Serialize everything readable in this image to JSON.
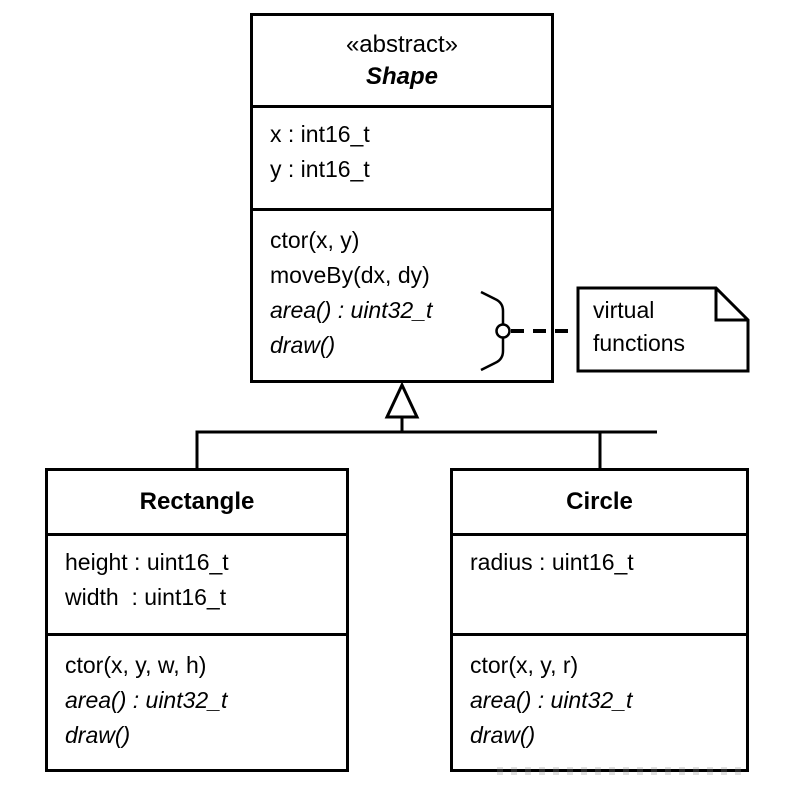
{
  "diagram": {
    "type": "uml-class-diagram",
    "classes": {
      "shape": {
        "stereotype": "«abstract»",
        "name": "Shape",
        "attributes": [
          "x : int16_t",
          "y : int16_t"
        ],
        "methods": [
          {
            "label": "ctor(x, y)",
            "abstract": false
          },
          {
            "label": "moveBy(dx, dy)",
            "abstract": false
          },
          {
            "label": "area() : uint32_t",
            "abstract": true
          },
          {
            "label": "draw()",
            "abstract": true
          }
        ]
      },
      "rectangle": {
        "name": "Rectangle",
        "attributes": [
          "height : uint16_t",
          "width  : uint16_t"
        ],
        "methods": [
          {
            "label": "ctor(x, y, w, h)",
            "abstract": false
          },
          {
            "label": "area() : uint32_t",
            "abstract": true
          },
          {
            "label": "draw()",
            "abstract": true
          }
        ]
      },
      "circle": {
        "name": "Circle",
        "attributes": [
          "radius : uint16_t"
        ],
        "methods": [
          {
            "label": "ctor(x, y, r)",
            "abstract": false
          },
          {
            "label": "area() : uint32_t",
            "abstract": true
          },
          {
            "label": "draw()",
            "abstract": true
          }
        ]
      }
    },
    "note": {
      "line1": "virtual",
      "line2": "functions"
    },
    "relationships": [
      {
        "type": "generalization",
        "from": "Rectangle",
        "to": "Shape"
      },
      {
        "type": "generalization",
        "from": "Circle",
        "to": "Shape"
      },
      {
        "type": "note-anchor",
        "from": "virtual functions note",
        "to": "Shape abstract methods area(), draw()"
      }
    ],
    "colors": {
      "line": "#000000",
      "fill": "#ffffff",
      "text": "#000000",
      "background": "#ffffff"
    }
  }
}
